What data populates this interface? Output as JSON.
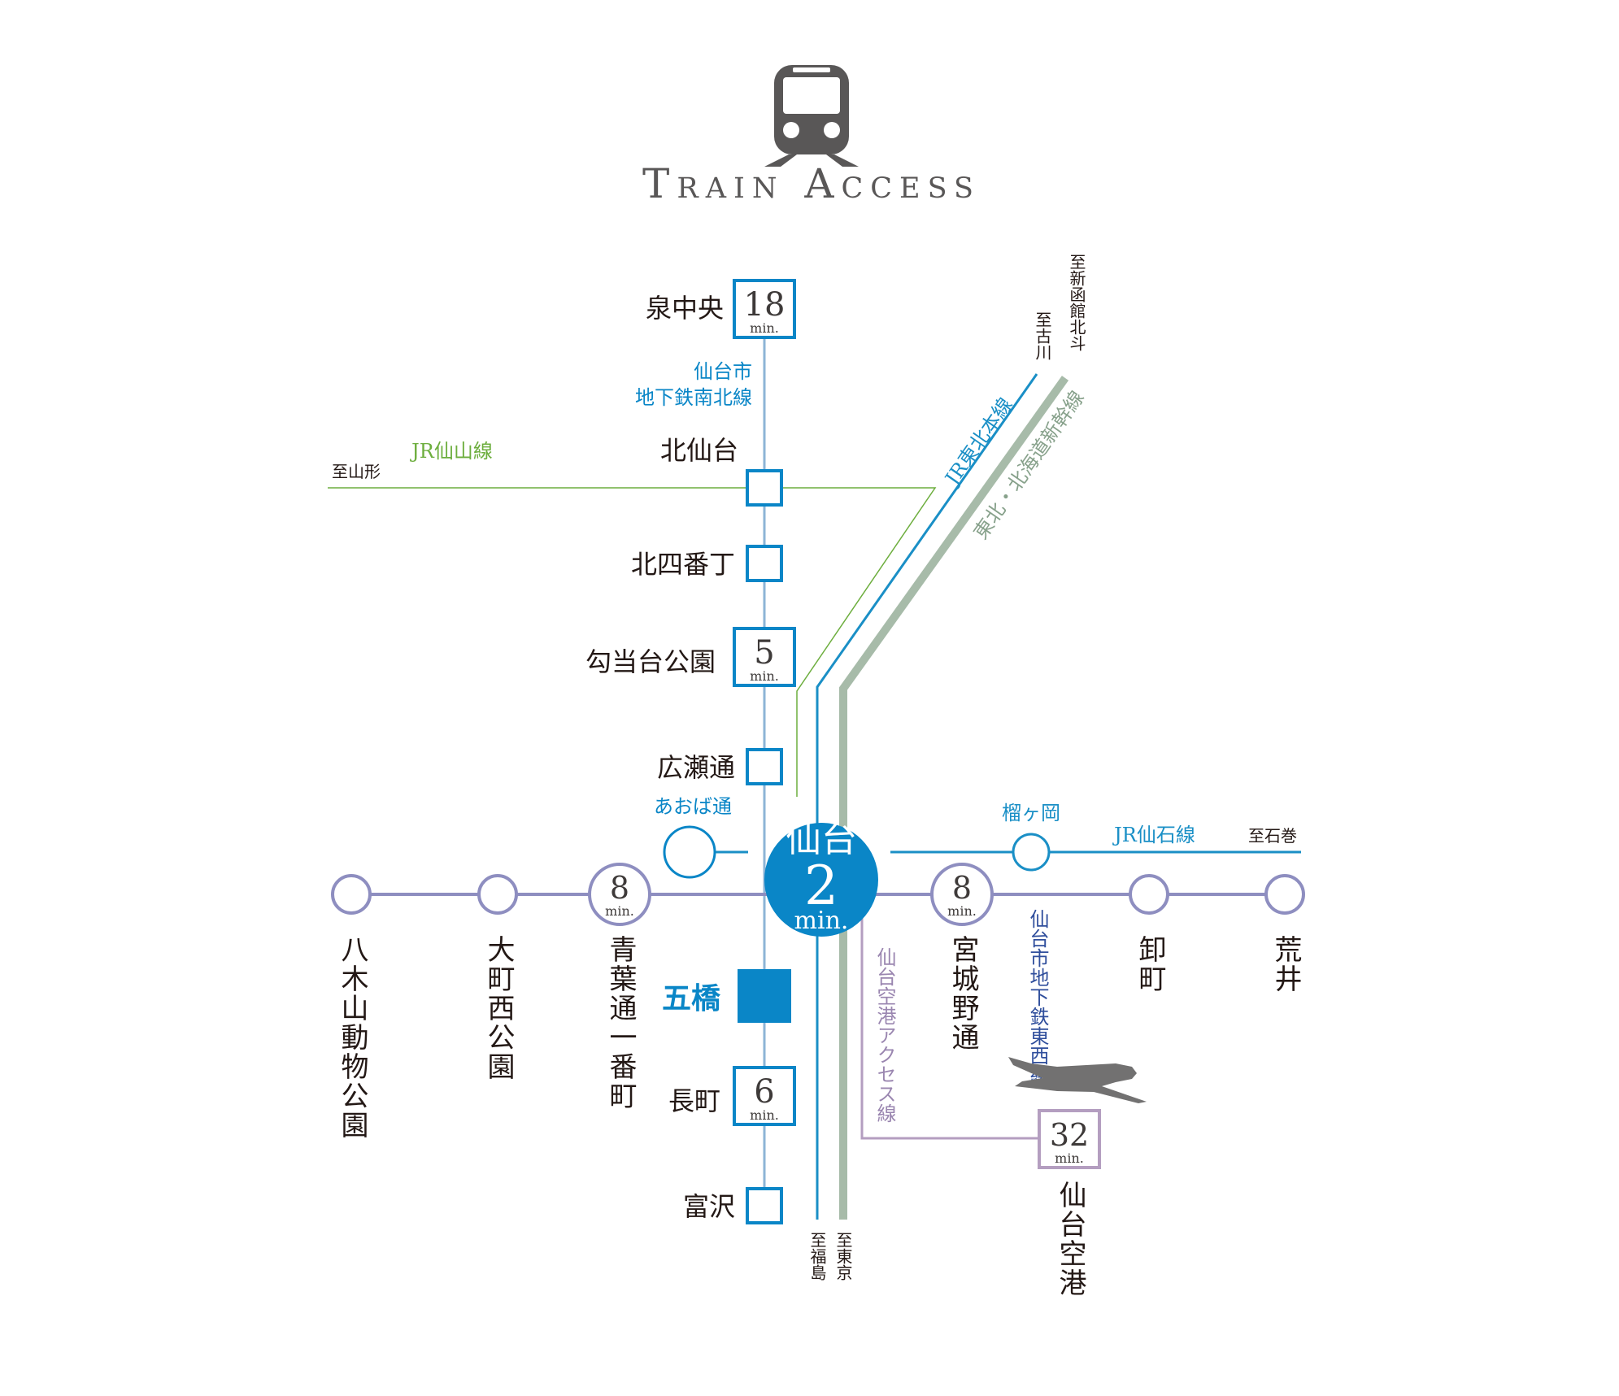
{
  "header": {
    "title": "Train Access",
    "icon": "train-icon"
  },
  "lines": {
    "namboku": {
      "name_line1": "仙台市",
      "name_line2": "地下鉄南北線"
    },
    "senzan": {
      "name": "JR仙山線"
    },
    "tohoku_honsen": {
      "name": "JR東北本線"
    },
    "shinkansen": {
      "name": "東北・北海道新幹線"
    },
    "senseki": {
      "name": "JR仙石線"
    },
    "tozai": {
      "name": "仙台市地下鉄東西線"
    },
    "airport": {
      "name": "仙台空港アクセス線"
    }
  },
  "directions": {
    "yamagata": "至山形",
    "furukawa": "至古川",
    "shin_hakodate": "至新函館北斗",
    "ishinomaki": "至石巻",
    "fukushima": "至福島",
    "tokyo": "至東京"
  },
  "stations": {
    "izumi_chuo": {
      "name": "泉中央",
      "minutes": "18"
    },
    "kita_sendai": {
      "name": "北仙台"
    },
    "kita_yonbancho": {
      "name": "北四番丁"
    },
    "koutoudai": {
      "name": "勾当台公園",
      "minutes": "5"
    },
    "hirosedori": {
      "name": "広瀬通"
    },
    "sendai": {
      "name": "仙台",
      "minutes": "2"
    },
    "itsutsubashi": {
      "name": "五橋"
    },
    "nagamachi": {
      "name": "長町",
      "minutes": "6"
    },
    "tomizawa": {
      "name": "富沢"
    },
    "aobadori": {
      "name": "あおば通"
    },
    "tsutsujigaoka": {
      "name": "榴ヶ岡"
    },
    "yagiyama": {
      "name": "八木山動物公園"
    },
    "omachi_nishi": {
      "name": "大町西公園"
    },
    "aoba_ichibancho": {
      "name": "青葉通一番町",
      "minutes": "8"
    },
    "miyagino": {
      "name": "宮城野通",
      "minutes": "8"
    },
    "oroshimachi": {
      "name": "卸町"
    },
    "arai": {
      "name": "荒井"
    },
    "airport": {
      "name": "仙台空港",
      "minutes": "32"
    }
  },
  "units": {
    "min": "min."
  },
  "icons": {
    "airplane": "airplane-icon"
  },
  "colors": {
    "namboku": "#0a86c7",
    "namboku_line": "#8db4d6",
    "tozai": "#8e8ec0",
    "senzan": "#6dae3e",
    "tohoku": "#1a8fc6",
    "shinkansen": "#a7bba9",
    "airport": "#b49ec0",
    "icon": "#595757"
  }
}
